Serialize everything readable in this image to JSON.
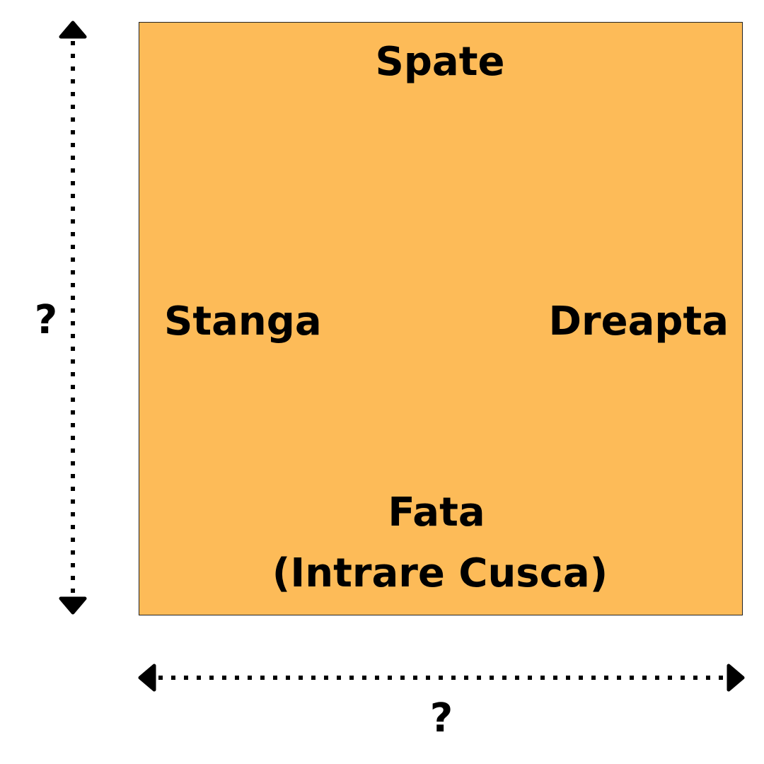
{
  "colors": {
    "box_fill": "#FDBB58",
    "arrow": "#000000"
  },
  "labels": {
    "back": "Spate",
    "left": "Stanga",
    "right": "Dreapta",
    "front": "Fata",
    "front_sub": "(Intrare Cusca)"
  },
  "dimensions": {
    "height_label": "?",
    "width_label": "?"
  }
}
